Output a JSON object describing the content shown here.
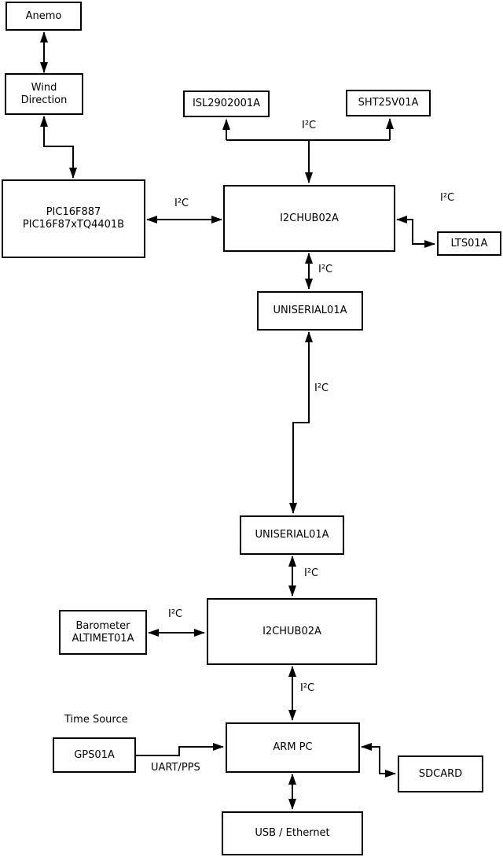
{
  "nodes": {
    "anemo": {
      "label": "Anemo"
    },
    "wind_direction": {
      "label": "Wind\nDirection"
    },
    "pic": {
      "label": "PIC16F887\nPIC16F87xTQ4401B"
    },
    "isl": {
      "label": "ISL2902001A"
    },
    "sht": {
      "label": "SHT25V01A"
    },
    "i2chub_top": {
      "label": "I2CHUB02A"
    },
    "lts": {
      "label": "LTS01A"
    },
    "uniserial_top": {
      "label": "UNISERIAL01A"
    },
    "uniserial_bottom": {
      "label": "UNISERIAL01A"
    },
    "i2chub_bottom": {
      "label": "I2CHUB02A"
    },
    "barometer": {
      "label": "Barometer\nALTIMET01A"
    },
    "gps": {
      "label": "GPS01A"
    },
    "arm_pc": {
      "label": "ARM PC"
    },
    "sdcard": {
      "label": "SDCARD"
    },
    "usb_ethernet": {
      "label": "USB / Ethernet"
    }
  },
  "edge_labels": {
    "sensor_bus": "I²C",
    "pic_hub": "I²C",
    "hub_lts": "I²C",
    "hub_uniserial": "I²C",
    "uniserial_link": "I²C",
    "uniserial_hub2": "I²C",
    "barometer_hub2": "I²C",
    "hub2_armpc": "I²C",
    "gps_caption": "Time Source",
    "gps_armpc": "UART/PPS"
  },
  "colors": {
    "line": "#000000",
    "background": "#ffffff"
  }
}
